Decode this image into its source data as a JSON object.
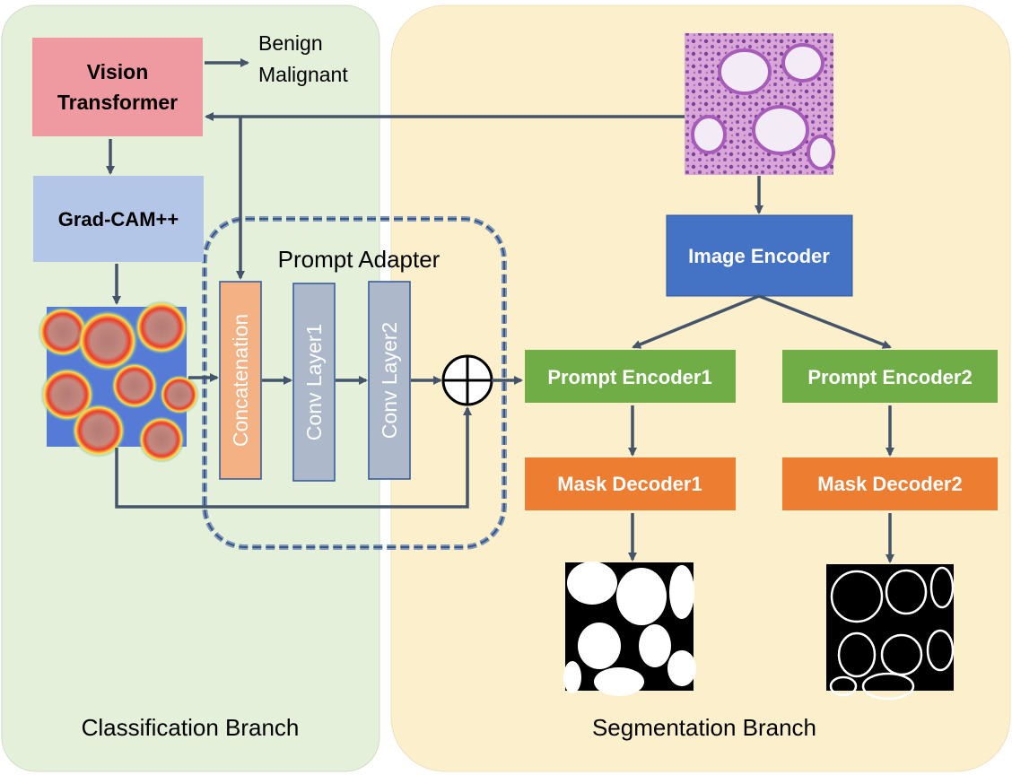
{
  "classification_branch": {
    "label": "Classification Branch",
    "vision_transformer": {
      "line1": "Vision",
      "line2": "Transformer"
    },
    "outputs": {
      "benign": "Benign",
      "malignant": "Malignant"
    },
    "gradcam": "Grad-CAM++"
  },
  "prompt_adapter": {
    "title": "Prompt Adapter",
    "concat": "Concatenation",
    "conv1": "Conv Layer1",
    "conv2": "Conv Layer2"
  },
  "segmentation_branch": {
    "label": "Segmentation Branch",
    "image_encoder": "Image Encoder",
    "prompt_encoder1": "Prompt Encoder1",
    "prompt_encoder2": "Prompt Encoder2",
    "mask_decoder1": "Mask Decoder1",
    "mask_decoder2": "Mask Decoder2"
  },
  "colors": {
    "classification_bg": "#e3efd9",
    "segmentation_bg": "#fcefcb",
    "vision_transformer": "#ef9aa1",
    "gradcam": "#b4c6e7",
    "concat": "#f4b183",
    "conv": "#adb9ca",
    "image_encoder": "#4472c4",
    "prompt_encoder": "#70ad47",
    "mask_decoder": "#ed7d31",
    "arrow": "#44546a"
  }
}
